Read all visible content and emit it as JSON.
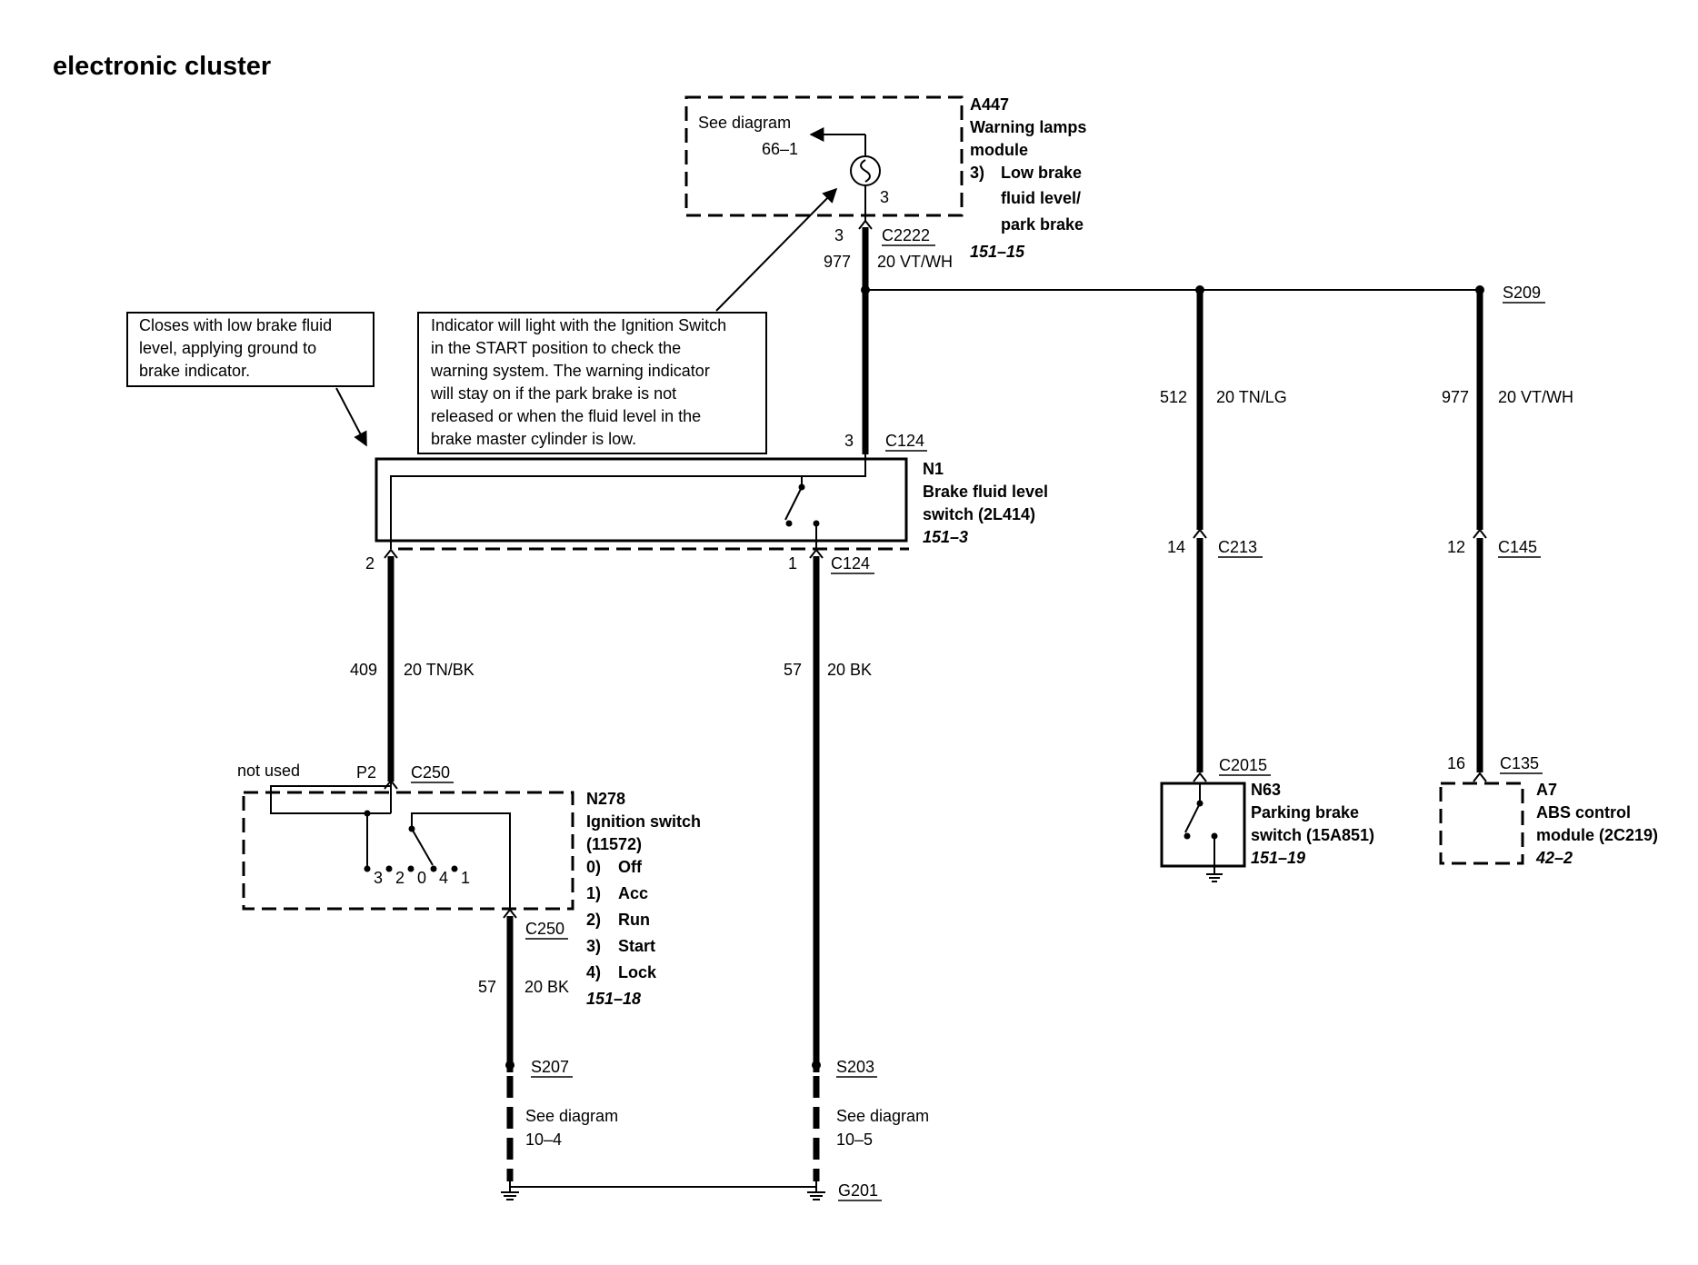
{
  "title": "electronic cluster",
  "modules": {
    "a447": {
      "id": "A447",
      "name_lines": [
        "Warning lamps",
        "module"
      ],
      "function_num": "3)",
      "function_lines": [
        "Low brake",
        "fluid level/",
        "park brake"
      ],
      "ref": "151–15",
      "see_diagram": "See diagram",
      "see_ref": "66–1",
      "pin": "3"
    },
    "n1": {
      "id": "N1",
      "name_lines": [
        "Brake fluid level",
        "switch (2L414)"
      ],
      "ref": "151–3"
    },
    "n278": {
      "id": "N278",
      "name_lines": [
        "Ignition switch",
        "(11572)"
      ],
      "positions": [
        {
          "num": "0)",
          "label": "Off"
        },
        {
          "num": "1)",
          "label": "Acc"
        },
        {
          "num": "2)",
          "label": "Run"
        },
        {
          "num": "3)",
          "label": "Start"
        },
        {
          "num": "4)",
          "label": "Lock"
        }
      ],
      "ref": "151–18",
      "not_used": "not used",
      "pin": "P2",
      "switch_pos_labels": [
        "3",
        "2",
        "0",
        "4",
        "1"
      ]
    },
    "n63": {
      "id": "N63",
      "name_lines": [
        "Parking brake",
        "switch (15A851)"
      ],
      "ref": "151–19"
    },
    "a7": {
      "id": "A7",
      "name_lines": [
        "ABS control",
        "module (2C219)"
      ],
      "ref": "42–2"
    }
  },
  "callouts": {
    "low_fluid": [
      "Closes with low brake fluid",
      "level, applying ground to",
      "brake indicator."
    ],
    "indicator": [
      "Indicator will light with the Ignition Switch",
      "in the START position to check the",
      "warning system.  The warning indicator",
      "will stay on if the park brake is not",
      "released or when the fluid level in the",
      "brake master cylinder is low."
    ]
  },
  "connectors": {
    "c2222": {
      "pin": "3",
      "name": "C2222"
    },
    "c124_top": {
      "pin": "3",
      "name": "C124"
    },
    "c124_left": {
      "pin": "2"
    },
    "c124_right": {
      "pin": "1",
      "name": "C124"
    },
    "c250_top": {
      "name": "C250"
    },
    "c250_bottom": {
      "name": "C250"
    },
    "c213": {
      "pin": "14",
      "name": "C213"
    },
    "c145": {
      "pin": "12",
      "name": "C145"
    },
    "c2015": {
      "name": "C2015"
    },
    "c135": {
      "pin": "16",
      "name": "C135"
    }
  },
  "wires": {
    "w977_top": {
      "circuit": "977",
      "gauge_color": "20 VT/WH"
    },
    "w512": {
      "circuit": "512",
      "gauge_color": "20 TN/LG"
    },
    "w977_right": {
      "circuit": "977",
      "gauge_color": "20 VT/WH"
    },
    "w409": {
      "circuit": "409",
      "gauge_color": "20 TN/BK"
    },
    "w57_center": {
      "circuit": "57",
      "gauge_color": "20 BK"
    },
    "w57_left": {
      "circuit": "57",
      "gauge_color": "20 BK"
    }
  },
  "splices": {
    "s209": "S209",
    "s207": {
      "name": "S207",
      "see": "See diagram",
      "ref": "10–4"
    },
    "s203": {
      "name": "S203",
      "see": "See diagram",
      "ref": "10–5"
    }
  },
  "ground": "G201"
}
